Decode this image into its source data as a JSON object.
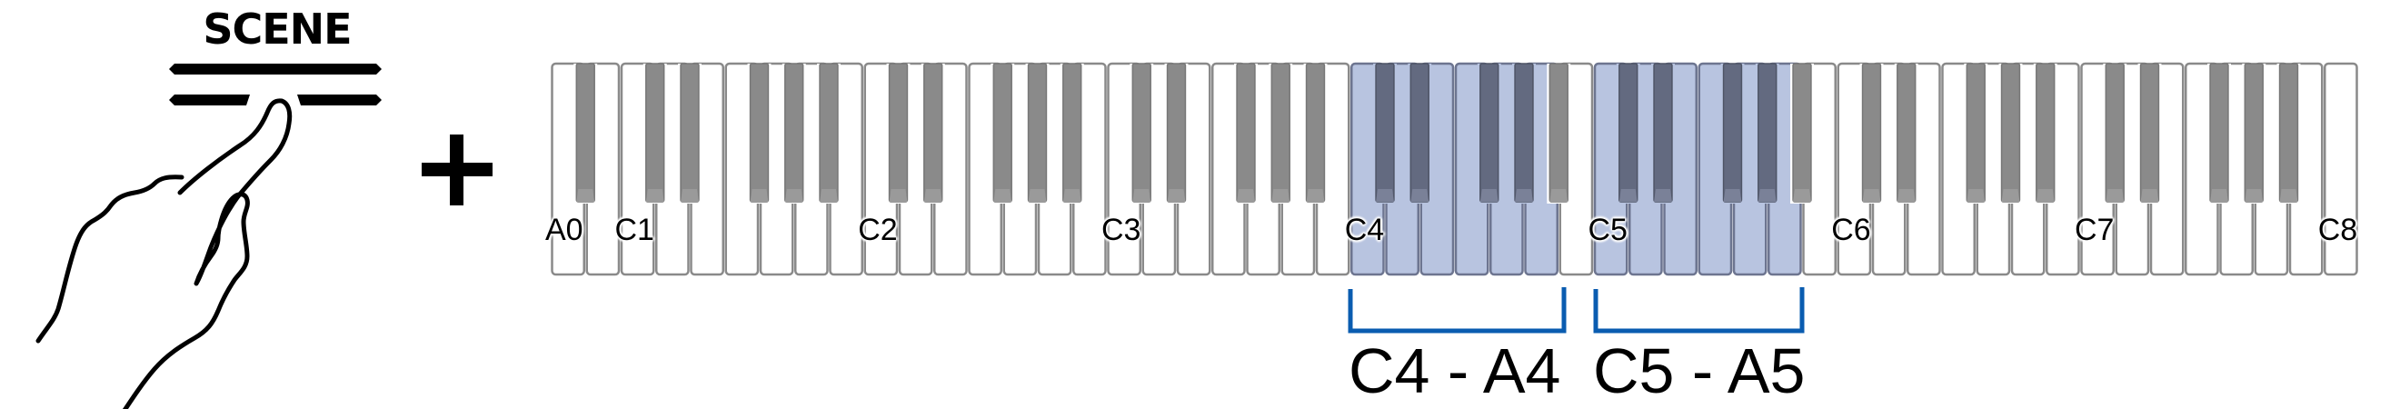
{
  "button": {
    "label": "SCENE",
    "icon": "hand-press-icon"
  },
  "operator": "+",
  "keyboard": {
    "total_keys": 88,
    "white_keys": 52,
    "first_key": "A0",
    "last_key": "C8",
    "labels": [
      {
        "note": "A0",
        "text": "A0"
      },
      {
        "note": "C1",
        "text": "C1"
      },
      {
        "note": "C2",
        "text": "C2"
      },
      {
        "note": "C3",
        "text": "C3"
      },
      {
        "note": "C4",
        "text": "C4"
      },
      {
        "note": "C5",
        "text": "C5"
      },
      {
        "note": "C6",
        "text": "C6"
      },
      {
        "note": "C7",
        "text": "C7"
      },
      {
        "note": "C8",
        "text": "C8"
      }
    ],
    "highlighted_ranges": [
      {
        "from": "C4",
        "to": "A4",
        "label": "C4 - A4"
      },
      {
        "from": "C5",
        "to": "A5",
        "label": "C5 - A5"
      }
    ]
  },
  "colors": {
    "white_key_fill": "#ffffff",
    "key_outline": "#8a8a8a",
    "black_key_fill": "#8a8a8a",
    "highlight_fill": "#b8c4e0",
    "highlight_outline": "#6d7590",
    "highlight_black_key": "#636a80",
    "bracket": "#0a5cb0",
    "text": "#000000"
  }
}
